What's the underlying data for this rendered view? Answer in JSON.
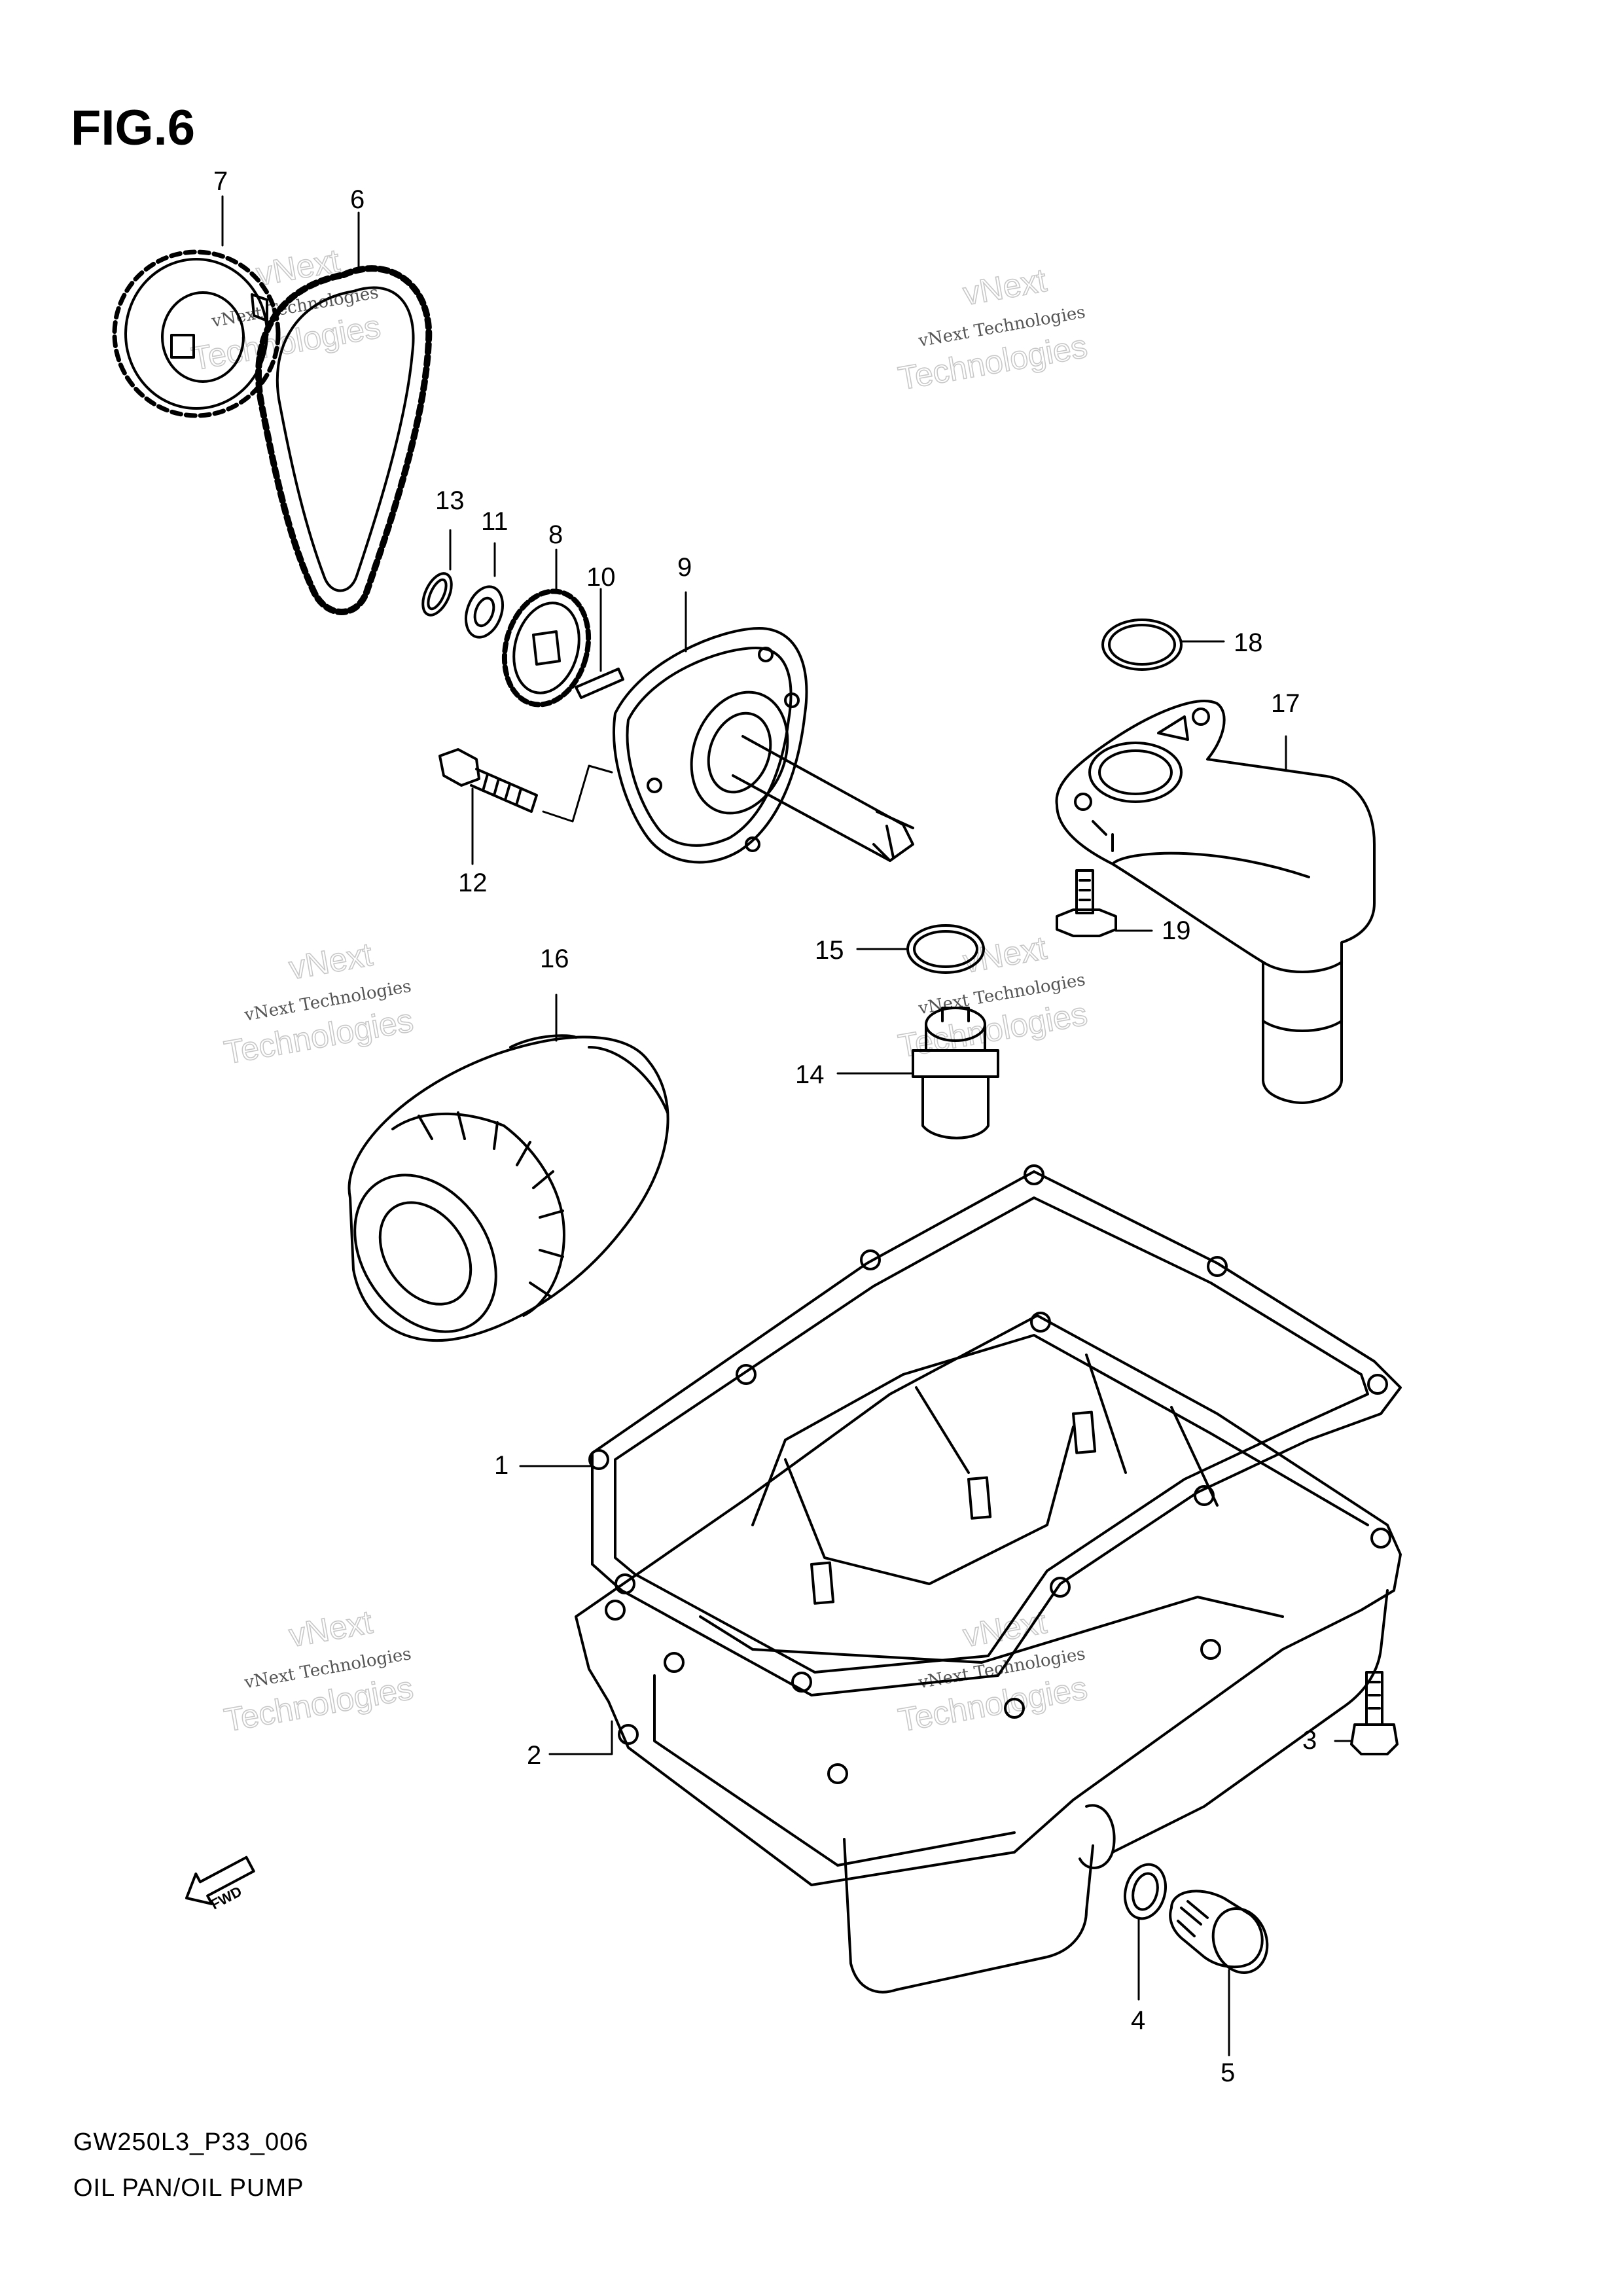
{
  "figure": {
    "title": "FIG.6",
    "code": "GW250L3_P33_006",
    "caption": "OIL PAN/OIL PUMP"
  },
  "watermark": {
    "line1": "vNext",
    "line2": "vNext Technologies",
    "line3": "Technologies"
  },
  "fwd_label": "FWD",
  "callouts": [
    {
      "id": "c1",
      "label": "1"
    },
    {
      "id": "c2",
      "label": "2"
    },
    {
      "id": "c3",
      "label": "3"
    },
    {
      "id": "c4",
      "label": "4"
    },
    {
      "id": "c5",
      "label": "5"
    },
    {
      "id": "c6",
      "label": "6"
    },
    {
      "id": "c7",
      "label": "7"
    },
    {
      "id": "c8",
      "label": "8"
    },
    {
      "id": "c9",
      "label": "9"
    },
    {
      "id": "c10",
      "label": "10"
    },
    {
      "id": "c11",
      "label": "11"
    },
    {
      "id": "c12",
      "label": "12"
    },
    {
      "id": "c13",
      "label": "13"
    },
    {
      "id": "c14",
      "label": "14"
    },
    {
      "id": "c15",
      "label": "15"
    },
    {
      "id": "c16",
      "label": "16"
    },
    {
      "id": "c17",
      "label": "17"
    },
    {
      "id": "c18",
      "label": "18"
    },
    {
      "id": "c19",
      "label": "19"
    }
  ]
}
